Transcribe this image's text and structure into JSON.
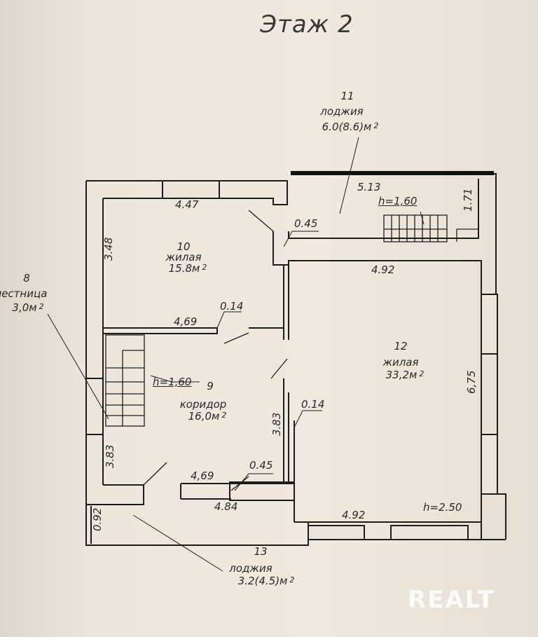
{
  "title": "Этаж 2",
  "rooms": [
    {
      "number": "8",
      "name": "лестница",
      "area": "3,0м",
      "sup": "2"
    },
    {
      "number": "9",
      "name": "коридор",
      "area": "16,0м",
      "sup": "2"
    },
    {
      "number": "10",
      "name": "жилая",
      "area": "15.8м",
      "sup": "2"
    },
    {
      "number": "11",
      "name": "лоджия",
      "area": "6.0(8.6)м",
      "sup": "2"
    },
    {
      "number": "12",
      "name": "жилая",
      "area": "33,2м",
      "sup": "2"
    },
    {
      "number": "13",
      "name": "лоджия",
      "area": "3.2(4.5)м",
      "sup": "2"
    }
  ],
  "dimensions": {
    "d447": "4.47",
    "d348": "3.48",
    "d045a": "0.45",
    "d513": "5.13",
    "d171": "1.71",
    "h160a": "h=1,60",
    "d492a": "4.92",
    "d469a": "4,69",
    "d014a": "0.14",
    "h160b": "h=1,60",
    "d675": "6,75",
    "d383a": "3.83",
    "d014b": "0.14",
    "d383b": "3.83",
    "d469b": "4,69",
    "d045b": "0.45",
    "d484": "4.84",
    "d092": "0.92",
    "d492b": "4.92",
    "h250": "h=2.50"
  },
  "watermark": "REALT"
}
